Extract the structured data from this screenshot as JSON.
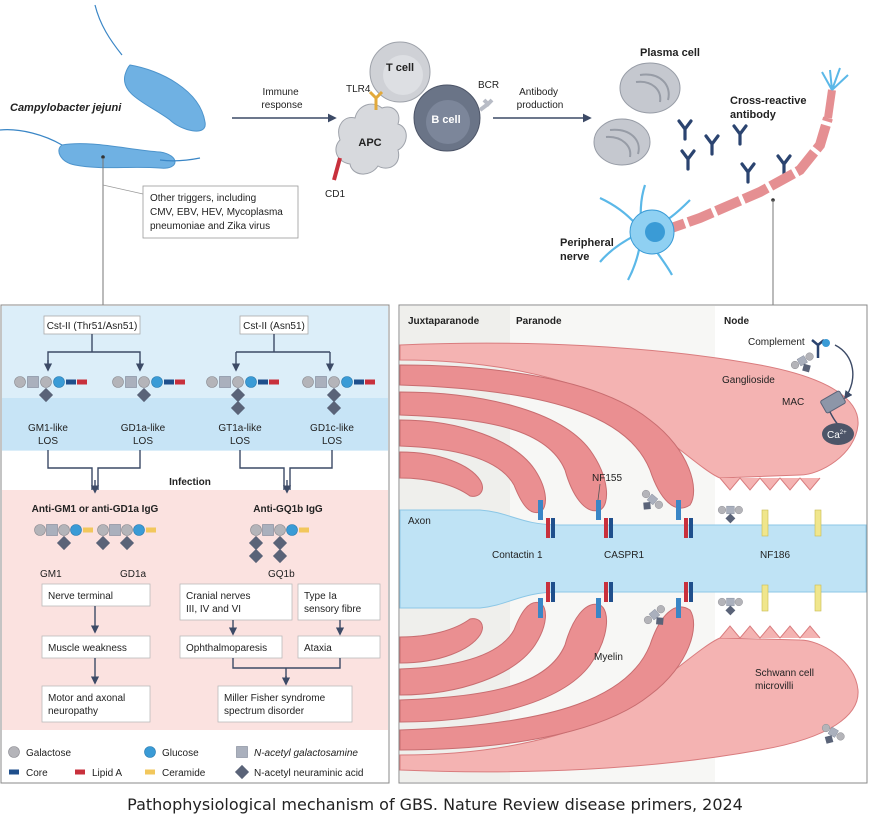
{
  "top": {
    "campylobacter": "Campylobacter jejuni",
    "other_triggers": [
      "Other triggers, including",
      "CMV, EBV, HEV, Mycoplasma",
      "pneumoniae and Zika virus"
    ],
    "immune_response": [
      "Immune",
      "response"
    ],
    "tlr4": "TLR4",
    "t_cell": "T cell",
    "apc": "APC",
    "b_cell": "B cell",
    "bcr": "BCR",
    "cd1": "CD1",
    "antibody_production": [
      "Antibody",
      "production"
    ],
    "plasma_cell": "Plasma cell",
    "cross_reactive": [
      "Cross-reactive",
      "antibody"
    ],
    "peripheral_nerve": [
      "Peripheral",
      "nerve"
    ]
  },
  "left_panel": {
    "cst_left": "Cst-II (Thr51/Asn51)",
    "cst_right": "Cst-II (Asn51)",
    "los": [
      {
        "line1": "GM1-like",
        "line2": "LOS"
      },
      {
        "line1": "GD1a-like",
        "line2": "LOS"
      },
      {
        "line1": "GT1a-like",
        "line2": "LOS"
      },
      {
        "line1": "GD1c-like",
        "line2": "LOS"
      }
    ],
    "infection": "Infection",
    "anti_gm1": "Anti-GM1 or anti-GD1a IgG",
    "anti_gq1b": "Anti-GQ1b IgG",
    "gm1": "GM1",
    "gd1a": "GD1a",
    "gq1b": "GQ1b",
    "nerve_terminal": "Nerve terminal",
    "muscle_weakness": "Muscle weakness",
    "motor_axonal": [
      "Motor and axonal",
      "neuropathy"
    ],
    "cranial": [
      "Cranial nerves",
      "III, IV and VI"
    ],
    "type_ia": [
      "Type Ia",
      "sensory fibre"
    ],
    "ophthalmoparesis": "Ophthalmoparesis",
    "ataxia": "Ataxia",
    "miller_fisher": [
      "Miller Fisher syndrome",
      "spectrum disorder"
    ]
  },
  "legend": {
    "galactose": "Galactose",
    "glucose": "Glucose",
    "nacetyl_gal": "N-acetyl galactosamine",
    "core": "Core",
    "lipid_a": "Lipid A",
    "ceramide": "Ceramide",
    "nacetyl_neu": "N-acetyl neuraminic acid"
  },
  "right_panel": {
    "juxtaparanode": "Juxtaparanode",
    "paranode": "Paranode",
    "node": "Node",
    "complement": "Complement",
    "ganglioside": "Ganglioside",
    "mac": "MAC",
    "ca": "Ca",
    "ca_sup": "2+",
    "nf155": "NF155",
    "axon": "Axon",
    "contactin": "Contactin 1",
    "caspr1": "CASPR1",
    "nf186": "NF186",
    "myelin": "Myelin",
    "schwann": [
      "Schwann cell",
      "microvilli"
    ]
  },
  "caption": "Pathophysiological mechanism of GBS. Nature Review disease primers, 2024",
  "colors": {
    "galactose": "#b4b4b9",
    "glucose": "#3a9bd6",
    "nacetyl": "#8d96a8",
    "neuraminic": "#5a6378",
    "core": "#1f4f8c",
    "lipid_a": "#c8303c",
    "ceramide": "#f2c75c",
    "myelin": "#e8888a",
    "axon": "#bfe3f5",
    "left_top_bg": "#dceef9",
    "left_bottom_bg": "#fbe2e0"
  }
}
